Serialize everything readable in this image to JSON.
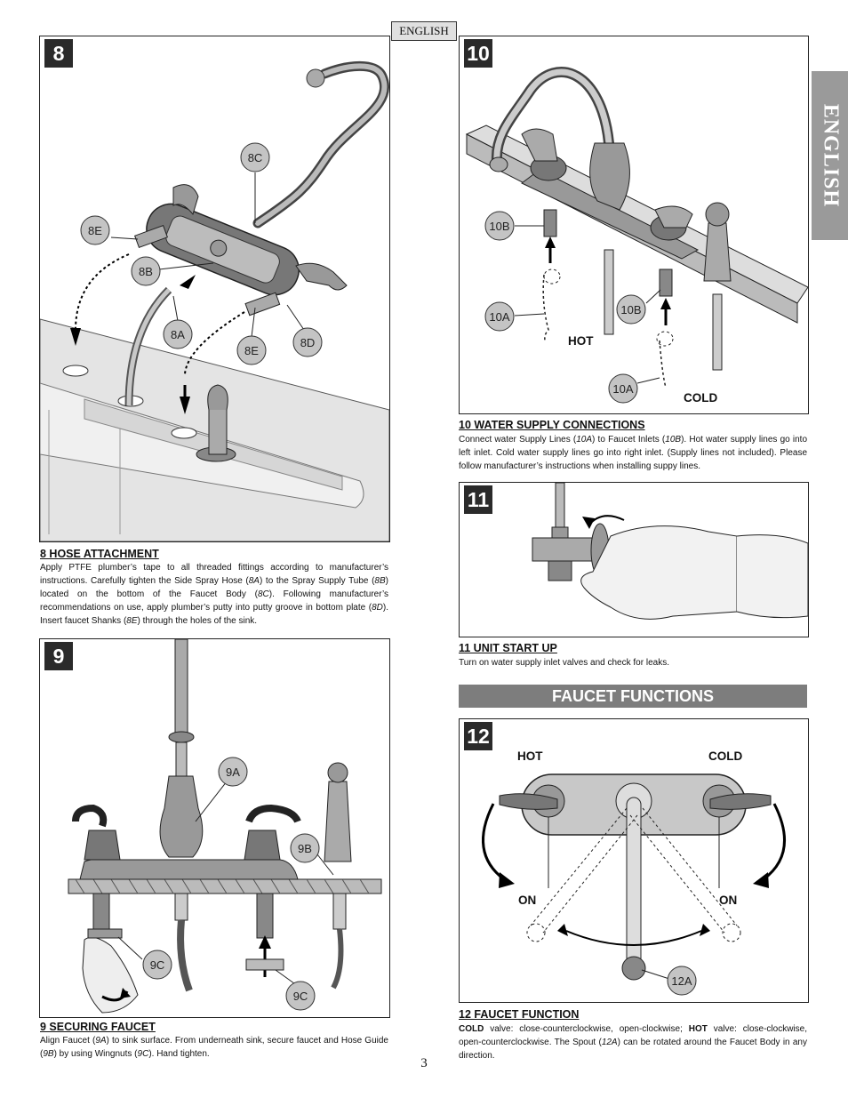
{
  "header": {
    "language_tag": "ENGLISH",
    "side_tab": "ENGLISH"
  },
  "steps": {
    "s8": {
      "number": "8",
      "title": "8  HOSE ATTACHMENT",
      "callouts": [
        "8C",
        "8E",
        "8B",
        "8A",
        "8E",
        "8D"
      ],
      "body_parts": [
        "Apply PTFE plumber’s tape to all threaded fittings according to manufacturer’s instructions.  Carefully tighten the Side Spray Hose (",
        "8A",
        ") to the Spray Supply Tube (",
        "8B",
        ") located on the bottom of the Faucet Body (",
        "8C",
        ").   Following manufacturer’s recommendations on use, apply plumber’s putty into putty groove in bottom plate (",
        "8D",
        "). Insert faucet Shanks (",
        "8E",
        ") through the holes of the sink."
      ]
    },
    "s9": {
      "number": "9",
      "title": "9  SECURING FAUCET",
      "callouts": [
        "9A",
        "9B",
        "9C",
        "9C"
      ],
      "body_parts": [
        "Align Faucet (",
        "9A",
        ") to sink surface.  From underneath sink, secure faucet and Hose Guide (",
        "9B",
        ") by using Wingnuts (",
        "9C",
        ").  Hand tighten."
      ]
    },
    "s10": {
      "number": "10",
      "title": "10  WATER SUPPLY CONNECTIONS",
      "callouts": [
        "10B",
        "10A",
        "10B",
        "10A"
      ],
      "hot_label": "HOT",
      "cold_label": "COLD",
      "body_parts": [
        "Connect water Supply Lines (",
        "10A",
        ") to Faucet Inlets (",
        "10B",
        ").  Hot water supply lines go into left inlet.  Cold water supply lines go into right inlet.  (Supply lines  not included). Please follow manufacturer’s instructions when installing suppy lines."
      ]
    },
    "s11": {
      "number": "11",
      "title": "11  UNIT START UP",
      "body": "Turn on water supply inlet valves and check for leaks."
    },
    "s12": {
      "number": "12",
      "title": "12   FAUCET FUNCTION",
      "hot_label": "HOT",
      "cold_label": "COLD",
      "on_left": "ON",
      "on_right": "ON",
      "callout": "12A",
      "body_parts": [
        "COLD",
        " valve: close-counterclockwise, open-clockwise; ",
        "HOT",
        " valve: close-clockwise, open-counterclockwise.  The Spout (",
        "12A",
        ") can be rotated around the Faucet Body in any direction."
      ]
    }
  },
  "faucet_functions_heading": "FAUCET FUNCTIONS",
  "page_number": "3"
}
